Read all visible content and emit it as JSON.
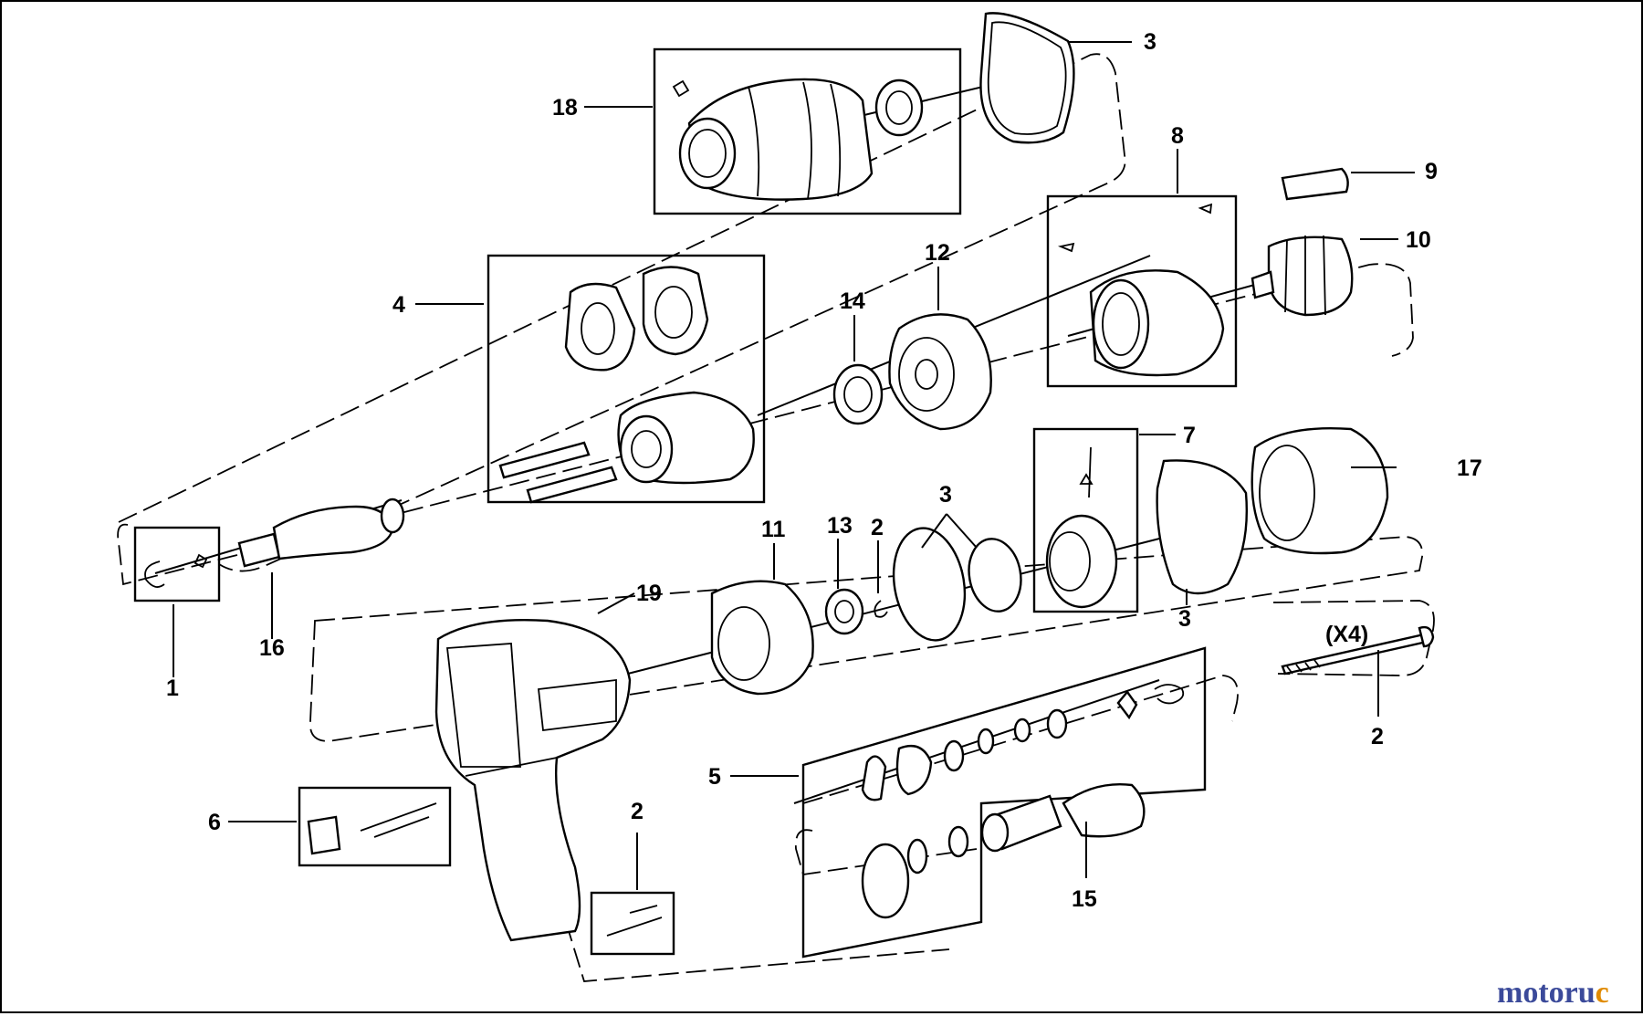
{
  "callouts": {
    "c1": "1",
    "c2a": "2",
    "c2b": "2",
    "c2c": "2",
    "c3a": "3",
    "c3b": "3",
    "c3c": "3",
    "c4": "4",
    "c5": "5",
    "c6": "6",
    "c7": "7",
    "c8": "8",
    "c9": "9",
    "c10": "10",
    "c11": "11",
    "c12": "12",
    "c13": "13",
    "c14": "14",
    "c15": "15",
    "c16": "16",
    "c17": "17",
    "c18": "18",
    "c19": "19",
    "x4": "(X4)"
  },
  "watermark": {
    "part1": "motoru",
    "part2": "c",
    "colors": {
      "part1": "#3b4a9a",
      "part2": "#e08a00"
    }
  }
}
